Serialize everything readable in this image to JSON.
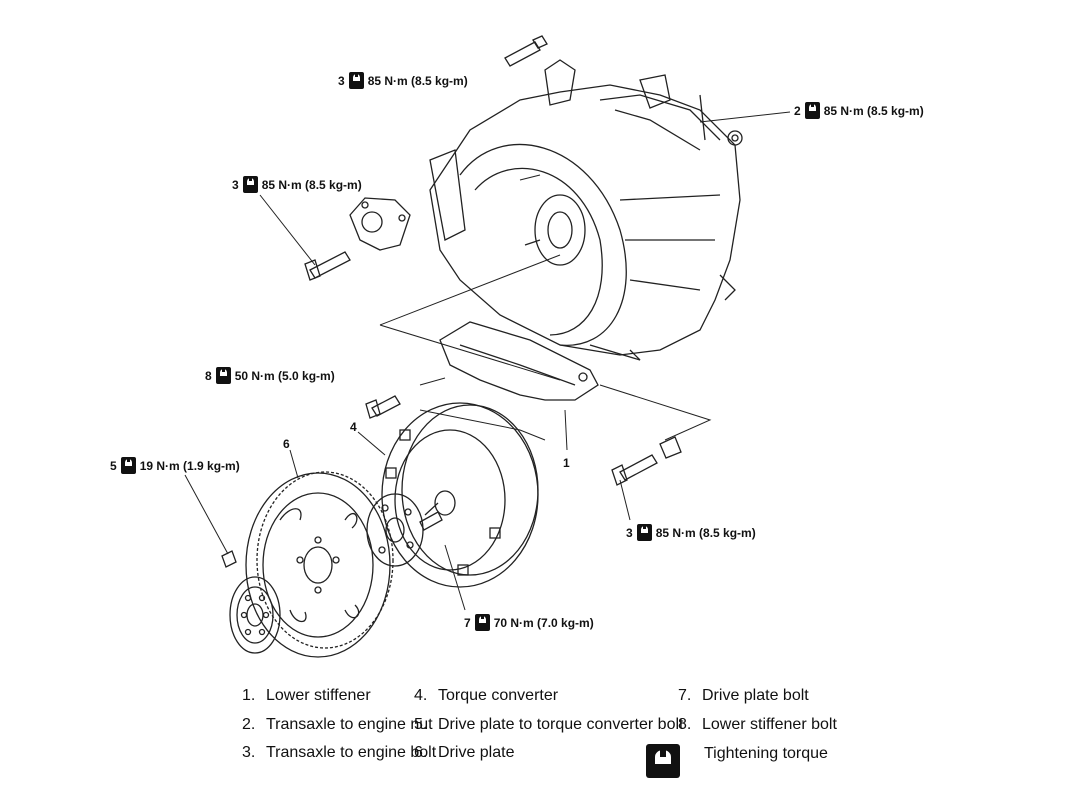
{
  "callouts": [
    {
      "id": "3",
      "torque": "85 N·m (8.5 kg-m)"
    },
    {
      "id": "2",
      "torque": "85 N·m (8.5 kg-m)"
    },
    {
      "id": "3",
      "torque": "85 N·m (8.5 kg-m)"
    },
    {
      "id": "8",
      "torque": "50 N·m (5.0 kg-m)"
    },
    {
      "id": "5",
      "torque": "19 N·m (1.9 kg-m)"
    },
    {
      "id": "3",
      "torque": "85 N·m (8.5 kg-m)"
    },
    {
      "id": "7",
      "torque": "70 N·m (7.0 kg-m)"
    }
  ],
  "part_numbers": [
    "4",
    "6",
    "1"
  ],
  "legend": [
    {
      "num": "1.",
      "label": "Lower stiffener"
    },
    {
      "num": "2.",
      "label": "Transaxle to engine nut"
    },
    {
      "num": "3.",
      "label": "Transaxle to engine bolt"
    },
    {
      "num": "4.",
      "label": "Torque converter"
    },
    {
      "num": "5.",
      "label": "Drive plate to torque converter bolt"
    },
    {
      "num": "6.",
      "label": "Drive plate"
    },
    {
      "num": "7.",
      "label": "Drive plate bolt"
    },
    {
      "num": "8.",
      "label": "Lower stiffener bolt"
    }
  ],
  "legend_symbol": {
    "icon": "tightening-torque-icon",
    "label": "Tightening torque"
  }
}
